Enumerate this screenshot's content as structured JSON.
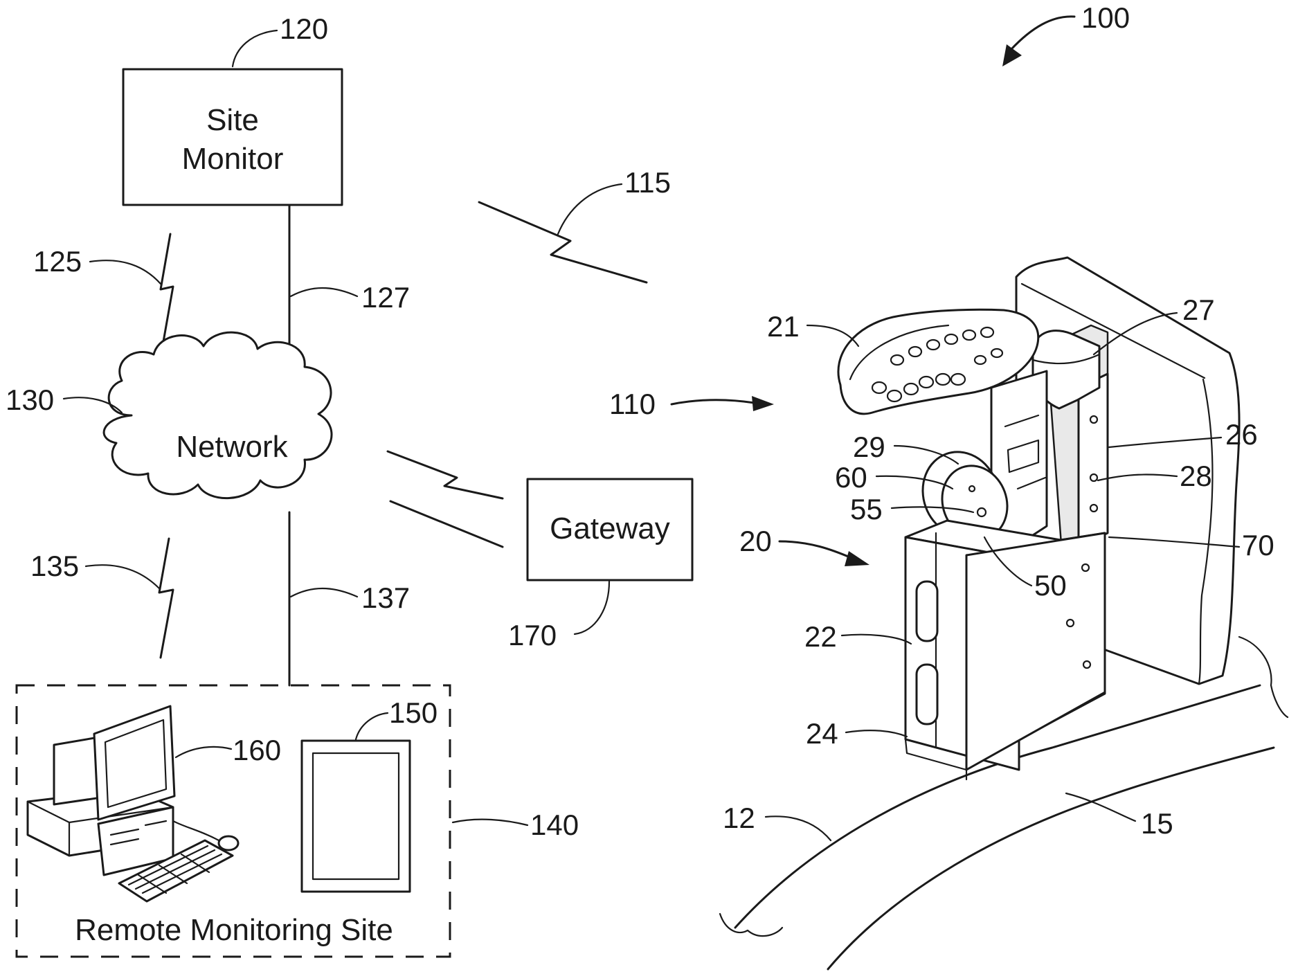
{
  "boxes": {
    "site_monitor_line1": "Site",
    "site_monitor_line2": "Monitor",
    "network": "Network",
    "gateway": "Gateway",
    "remote_site": "Remote Monitoring Site"
  },
  "refs": {
    "r100": "100",
    "r120": "120",
    "r115": "115",
    "r125": "125",
    "r127": "127",
    "r130": "130",
    "r135": "135",
    "r137": "137",
    "r140": "140",
    "r150": "150",
    "r160": "160",
    "r170": "170",
    "r110": "110",
    "r21": "21",
    "r27": "27",
    "r26": "26",
    "r28": "28",
    "r29": "29",
    "r60": "60",
    "r55": "55",
    "r20": "20",
    "r50": "50",
    "r70": "70",
    "r22": "22",
    "r24": "24",
    "r12": "12",
    "r15": "15"
  }
}
